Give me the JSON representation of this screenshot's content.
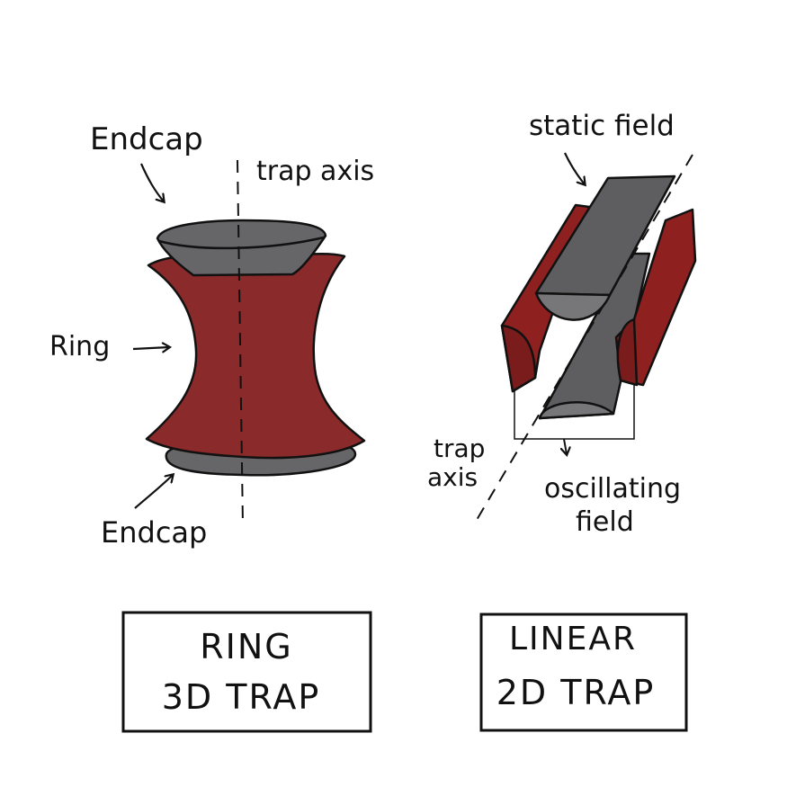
{
  "colors": {
    "ring_red": "#8a2a2a",
    "electrode_red": "#8e2020",
    "endcap_gray": "#666668",
    "endcap_face": "#7a7a7c",
    "ink": "#111111"
  },
  "ring_trap": {
    "labels": {
      "top_endcap": "Endcap",
      "trap_axis": "trap axis",
      "ring": "Ring",
      "bottom_endcap": "Endcap"
    },
    "box": {
      "line1": "RING",
      "line2": "3D TRAP"
    }
  },
  "linear_trap": {
    "labels": {
      "static_field": "static field",
      "trap_axis_line1": "trap",
      "trap_axis_line2": "axis",
      "oscillating_line1": "oscillating",
      "oscillating_line2": "field"
    },
    "box": {
      "line1": "LINEAR",
      "line2": "2D TRAP"
    }
  }
}
